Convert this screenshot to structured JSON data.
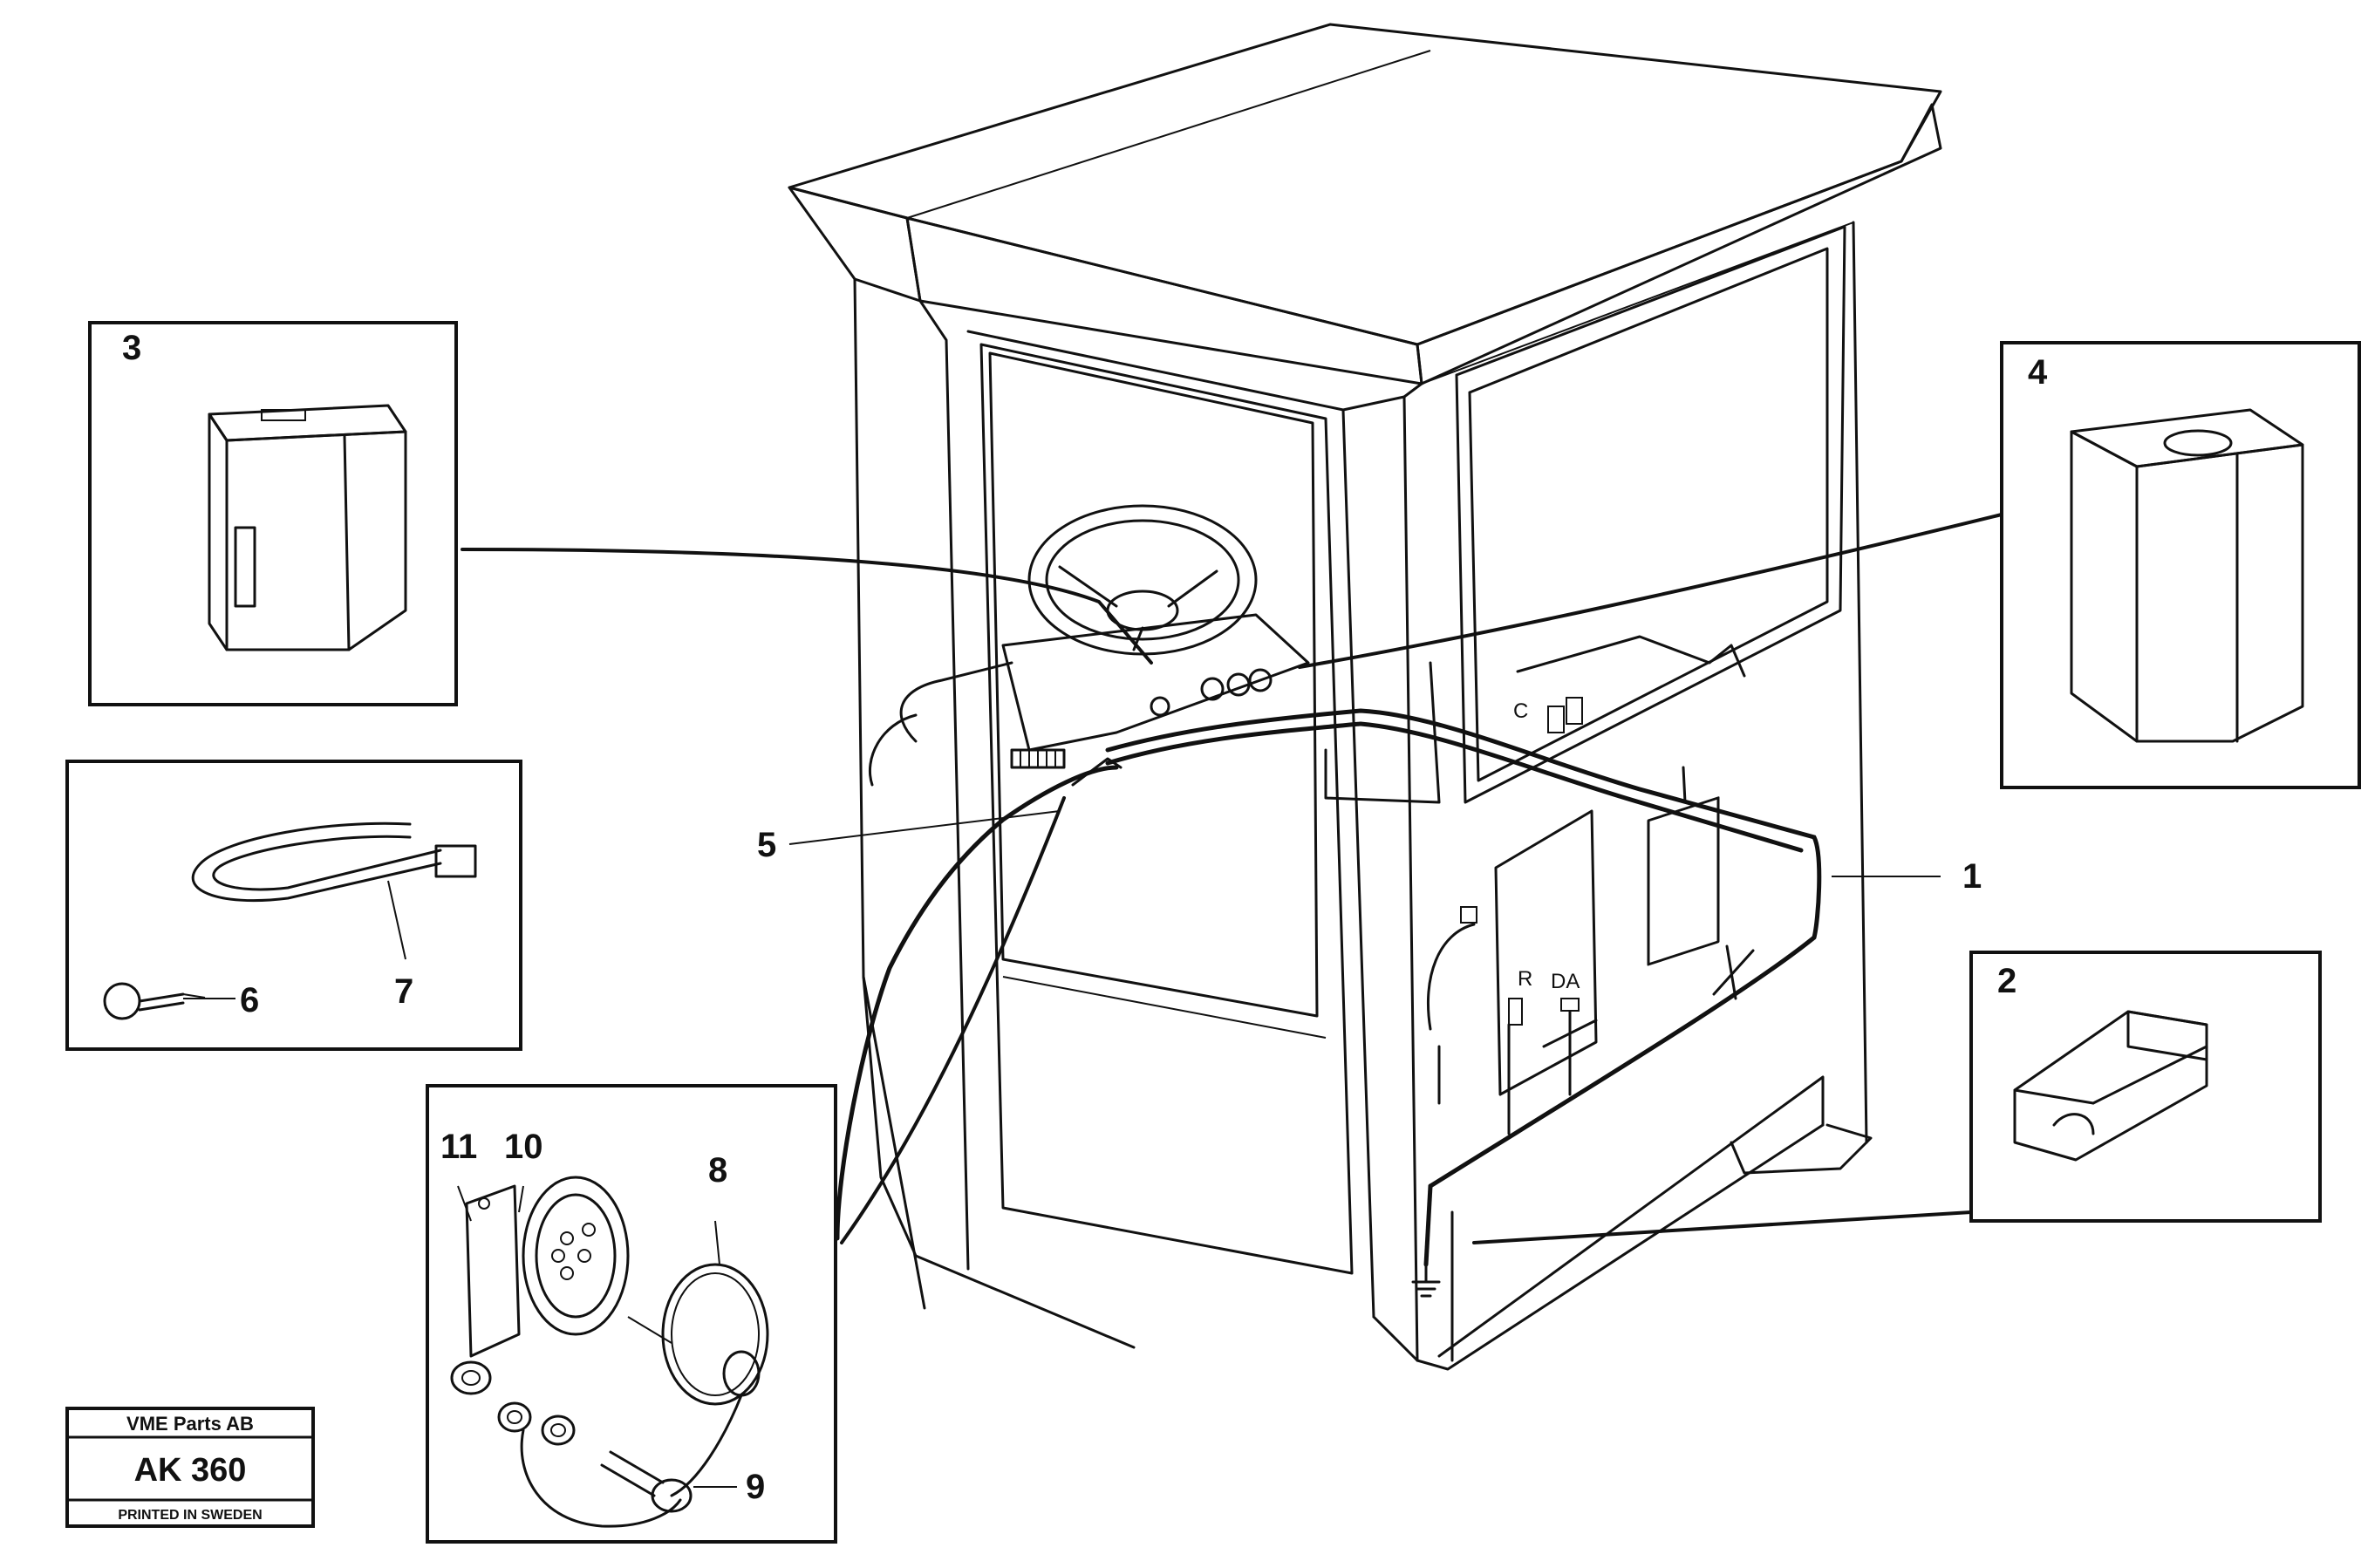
{
  "callouts": {
    "c1": "1",
    "c2": "2",
    "c3": "3",
    "c4": "4",
    "c5": "5",
    "c6": "6",
    "c7": "7",
    "c8": "8",
    "c9": "9",
    "c10": "10",
    "c11": "11"
  },
  "panel_letters": {
    "c": "C",
    "r": "R",
    "da": "DA"
  },
  "stamp": {
    "company": "VME Parts AB",
    "code": "AK 360",
    "printed": "PRINTED IN SWEDEN"
  }
}
